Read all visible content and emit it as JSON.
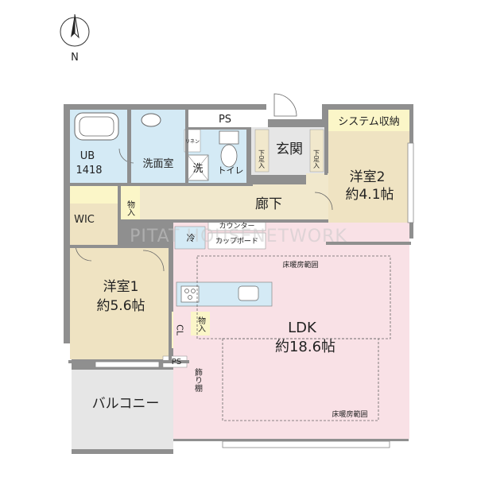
{
  "compass": {
    "north_label": "N"
  },
  "watermark": "PITAT HOUSENETWORK",
  "rooms": {
    "ub": {
      "name": "UB",
      "size": "1418"
    },
    "senmen": {
      "name": "洗面室"
    },
    "sen": {
      "name": "洗"
    },
    "toilet": {
      "name": "トイレ"
    },
    "linen": {
      "name": "リネン"
    },
    "ps_top": {
      "name": "PS"
    },
    "ps_bottom": {
      "name": "PS"
    },
    "genkan": {
      "name": "玄関"
    },
    "shita_left": {
      "name": "下足入"
    },
    "shita_right": {
      "name": "下足入"
    },
    "system": {
      "name": "システム収納"
    },
    "youshitsu2": {
      "name": "洋室2",
      "size": "約4.1帖"
    },
    "roka": {
      "name": "廊下"
    },
    "wic": {
      "name": "WIC"
    },
    "mono1": {
      "name": "物入"
    },
    "mono2": {
      "name": "物入"
    },
    "counter": {
      "name": "カウンター"
    },
    "cupboard": {
      "name": "カップボード"
    },
    "rei": {
      "name": "冷"
    },
    "youshitsu1": {
      "name": "洋室1",
      "size": "約5.6帖"
    },
    "cl": {
      "name": "CL"
    },
    "ldk": {
      "name": "LDK",
      "size": "約18.6帖"
    },
    "floor_heat_top": {
      "name": "床暖房範囲"
    },
    "floor_heat_bottom": {
      "name": "床暖房範囲"
    },
    "kazaridana": {
      "name": "飾り棚"
    },
    "balcony": {
      "name": "バルコニー"
    }
  },
  "colors": {
    "wall": "#8f8f8f",
    "wet_area": "#d4eaf5",
    "corridor": "#f1e8cc",
    "bedroom": "#efe3c2",
    "ldk": "#f9e1e6",
    "system_storage": "#fbf6c8",
    "balcony": "#e6e6e6"
  }
}
